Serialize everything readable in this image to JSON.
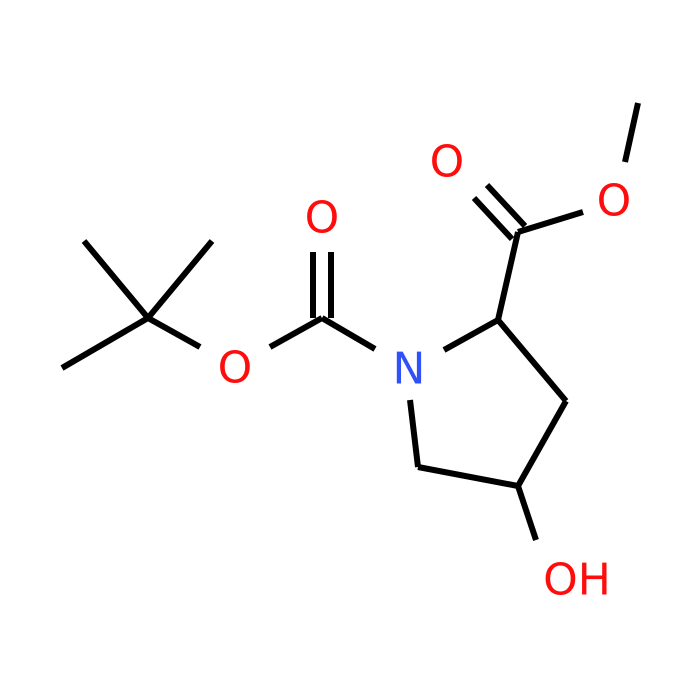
{
  "colors": {
    "bond": "#000000",
    "oxygen": "#ff0d0d",
    "nitrogen": "#3050f8",
    "background": "#ffffff"
  },
  "atoms": {
    "o_carbonyl_left": "O",
    "o_ester_left": "O",
    "nitrogen": "N",
    "o_carbonyl_right": "O",
    "o_ester_right": "O",
    "hydroxyl": "OH"
  }
}
